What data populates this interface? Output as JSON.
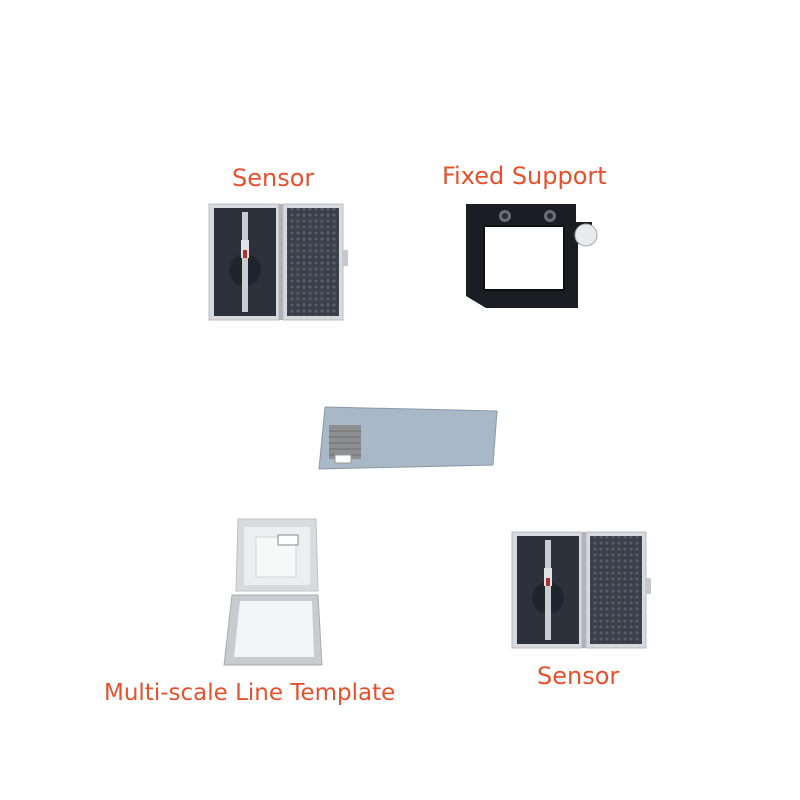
{
  "labels": {
    "sensor_top": "Sensor",
    "fixed_support": "Fixed Support",
    "template": "Multi-scale Line Template",
    "sensor_bottom": "Sensor"
  },
  "colors": {
    "label": "#e8502c",
    "case_dark": "#2e3340",
    "foam": "#3a3f4a",
    "support_black": "#1b1d22",
    "glass": "#a9b8c6",
    "template_case": "#d9dadc"
  }
}
